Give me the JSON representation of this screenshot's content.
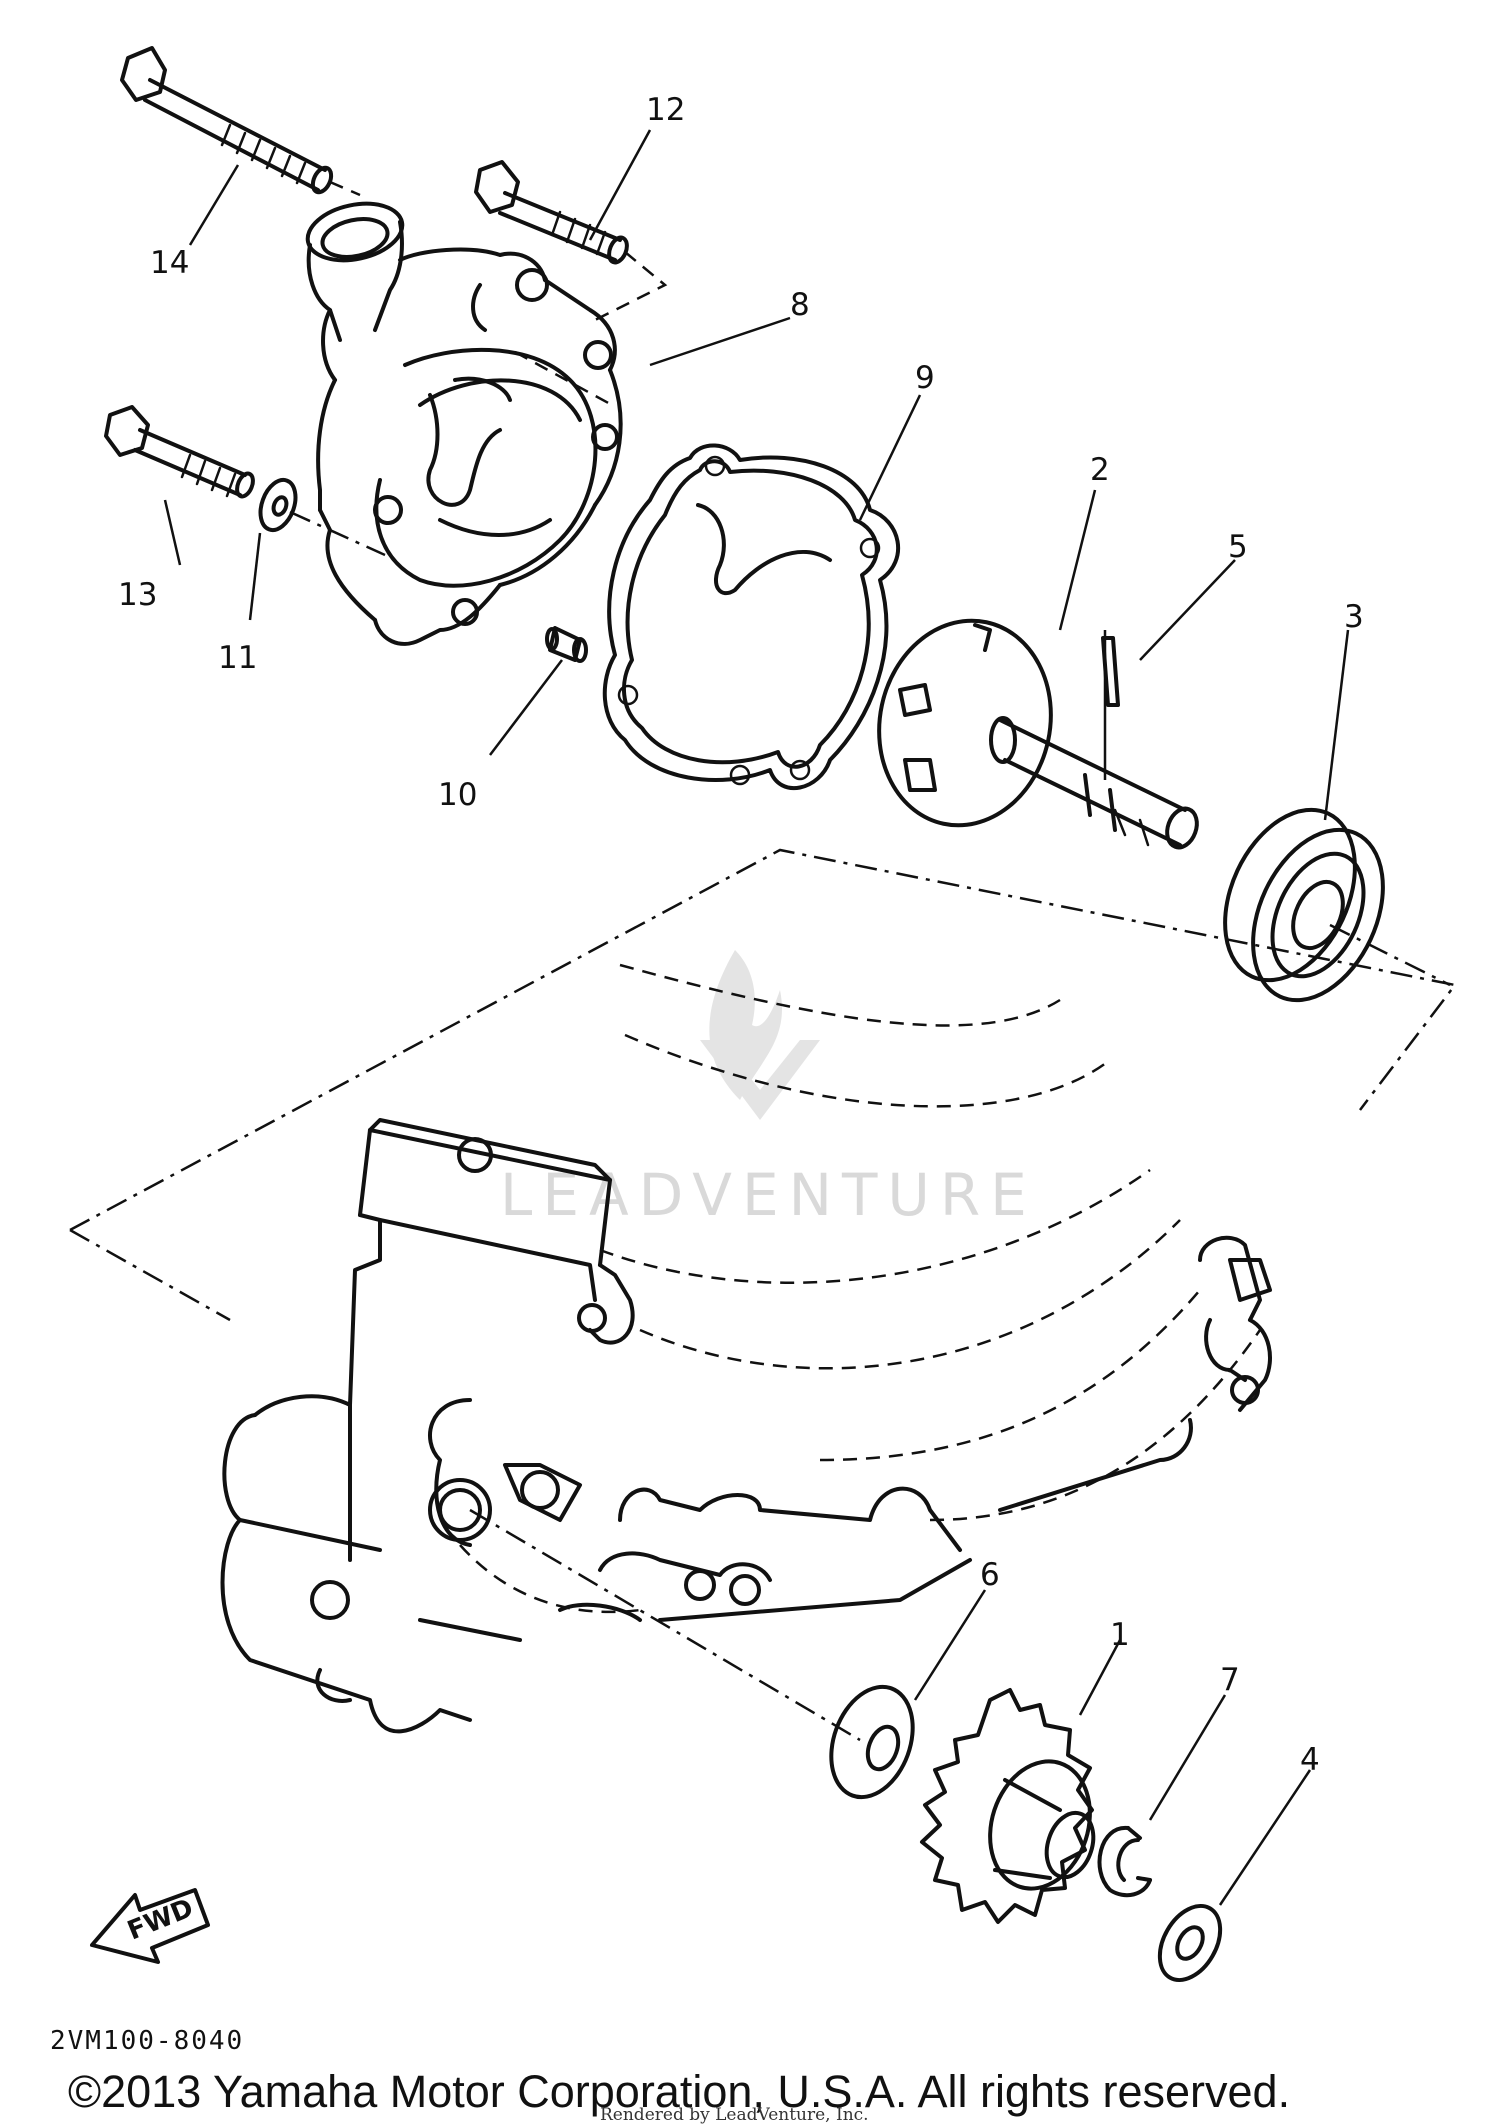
{
  "callouts": {
    "c1": "1",
    "c2": "2",
    "c3": "3",
    "c4": "4",
    "c5": "5",
    "c6": "6",
    "c7": "7",
    "c8": "8",
    "c9": "9",
    "c10": "10",
    "c11": "11",
    "c12": "12",
    "c13": "13",
    "c14": "14"
  },
  "fwd_label": "FWD",
  "part_code": "2VM100-8040",
  "watermark": "LEADVENTURE",
  "render_credit": "Rendered by LeadVenture, Inc.",
  "copyright": "©2013 Yamaha Motor Corporation, U.S.A. All rights reserved."
}
